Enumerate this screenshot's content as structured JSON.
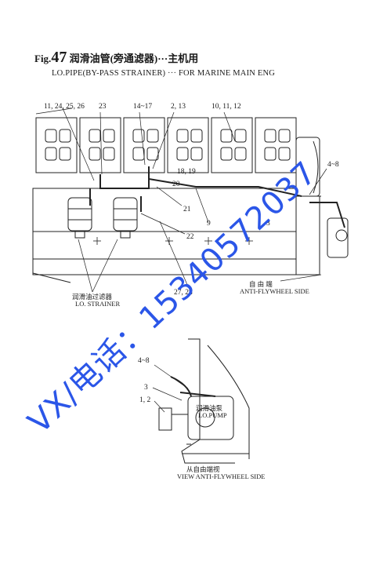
{
  "title": {
    "fig_prefix": "Fig.",
    "fig_number": "47",
    "cn": "润滑油管(旁通滤器)···主机用",
    "en": "LO.PIPE(BY-PASS STRAINER) ··· FOR MARINE MAIN ENG"
  },
  "top_diagram": {
    "part_labels": [
      "11, 24, 25, 26",
      "23",
      "14~17",
      "2, 13",
      "10, 11, 12",
      "18, 19",
      "20",
      "21",
      "9",
      "22",
      "3",
      "4~8",
      "27, 28"
    ],
    "strainer_cn": "润滑油过滤器",
    "strainer_en": "LO. STRAINER",
    "side_cn": "自 由 端",
    "side_en": "ANTI-FLYWHEEL SIDE"
  },
  "bottom_diagram": {
    "part_labels": [
      "4~8",
      "3",
      "1, 2"
    ],
    "pump_cn": "润滑油泵",
    "pump_en": "LO.PUMP",
    "view_cn": "从自由端视",
    "view_en": "VIEW  ANTI-FLYWHEEL SIDE"
  },
  "watermark": {
    "text": "VX/电话：15340572037",
    "color": "#2b56e8"
  }
}
